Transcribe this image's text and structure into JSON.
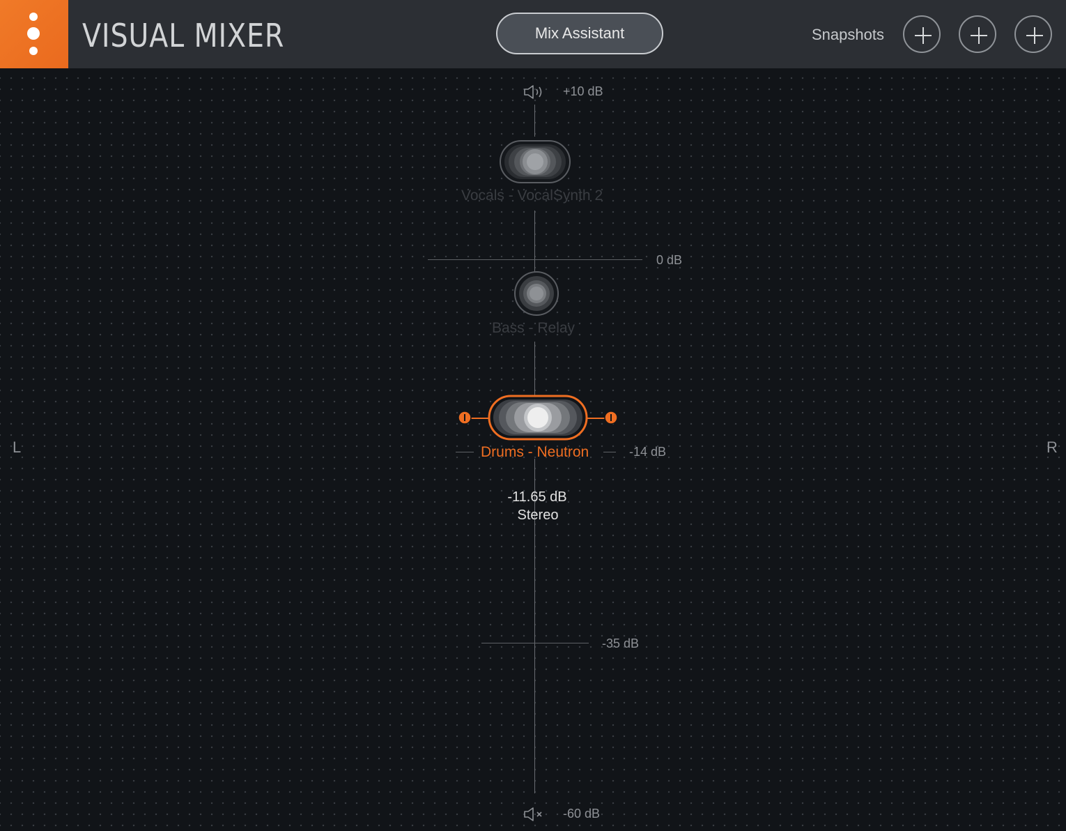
{
  "header": {
    "title": "VISUAL MIXER",
    "mix_assistant_label": "Mix Assistant",
    "snapshots_label": "Snapshots",
    "accent_color": "#ef6e22"
  },
  "mixer": {
    "scale": {
      "top_label": "+10 dB",
      "zero_label": "0 dB",
      "mid_label": "-14 dB",
      "low_label": "-35 dB",
      "bottom_label": "-60 dB"
    },
    "pan": {
      "left_label": "L",
      "right_label": "R"
    },
    "icons": {
      "top": "speaker-icon",
      "bottom": "mute-icon"
    },
    "tracks": [
      {
        "name": "Vocals - VocalSynth 2",
        "state": "dimmed"
      },
      {
        "name": "Bass - Relay",
        "state": "dimmed"
      },
      {
        "name": "Drums - Neutron",
        "state": "selected"
      }
    ],
    "selected_readout": {
      "gain": "-11.65 dB",
      "width": "Stereo"
    }
  }
}
